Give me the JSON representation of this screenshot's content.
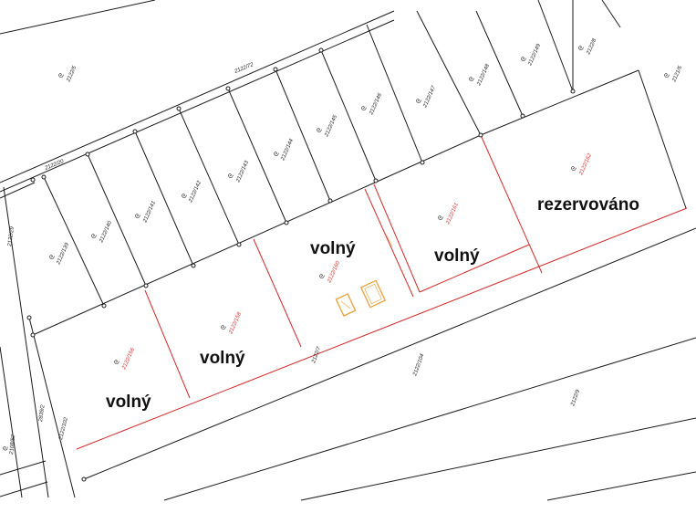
{
  "map": {
    "colors": {
      "line": "#1a1a1a",
      "sold_boundary": "#d42a2a",
      "building": "#e8a23a",
      "label": "#111111"
    },
    "status_labels": {
      "p156": "volný",
      "p158": "volný",
      "p160": "volný",
      "p161": "volný",
      "p162": "rezervováno"
    },
    "parcels": {
      "p5": "2122/5",
      "p72": "2122/72",
      "p20": "2122/20",
      "p29": "2122/29",
      "p139": "2122/139",
      "p140": "2122/140",
      "p141": "2122/141",
      "p142": "2122/142",
      "p143": "2122/143",
      "p144": "2122/144",
      "p145": "2122/145",
      "p146": "2122/146",
      "p147": "2122/147",
      "p148": "2122/148",
      "p149": "2122/149",
      "p8": "2122/8",
      "p215": "2121/5",
      "p156": "2122/156",
      "p158": "2122/158",
      "p160": "2122/160",
      "p161": "2122/161",
      "p162": "2122/162",
      "p7": "2122/7",
      "p104": "2122/104",
      "p9": "2122/9",
      "p2839": "2839/2",
      "p102": "2122/102",
      "p2108": "2108/82"
    },
    "symbols": {
      "meadow": "ᘓ",
      "garden": "ᘓ"
    }
  }
}
